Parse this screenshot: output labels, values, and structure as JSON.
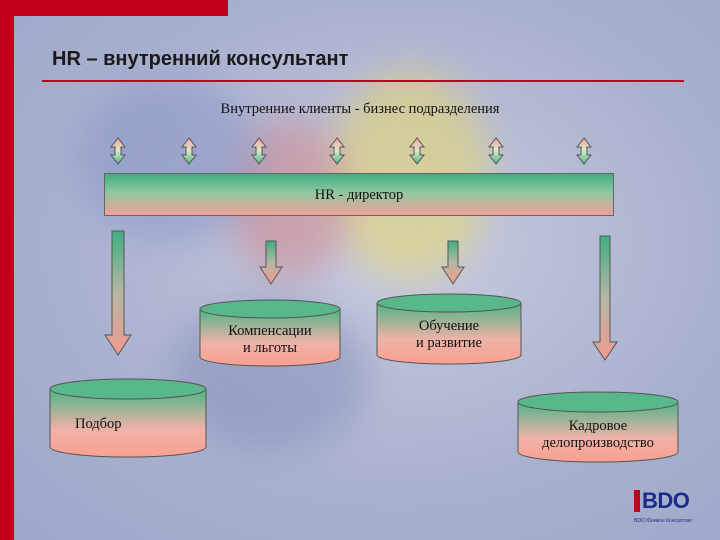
{
  "title": "HR – внутренний консультант",
  "clients_label": "Внутренние клиенты - бизнес подразделения",
  "director_label": "HR - директор",
  "units": {
    "compensation": "Компенсации\nи льготы",
    "training": "Обучение\nи развитие",
    "recruiting": "Подбор",
    "records": "Кадровое\nделопроизводство"
  },
  "logo": {
    "mark": "BDO",
    "caption": "BDO Юникон Консалтинг"
  },
  "colors": {
    "accent": "#c0001c",
    "green": "#3fae82",
    "pink": "#f0a09a"
  }
}
